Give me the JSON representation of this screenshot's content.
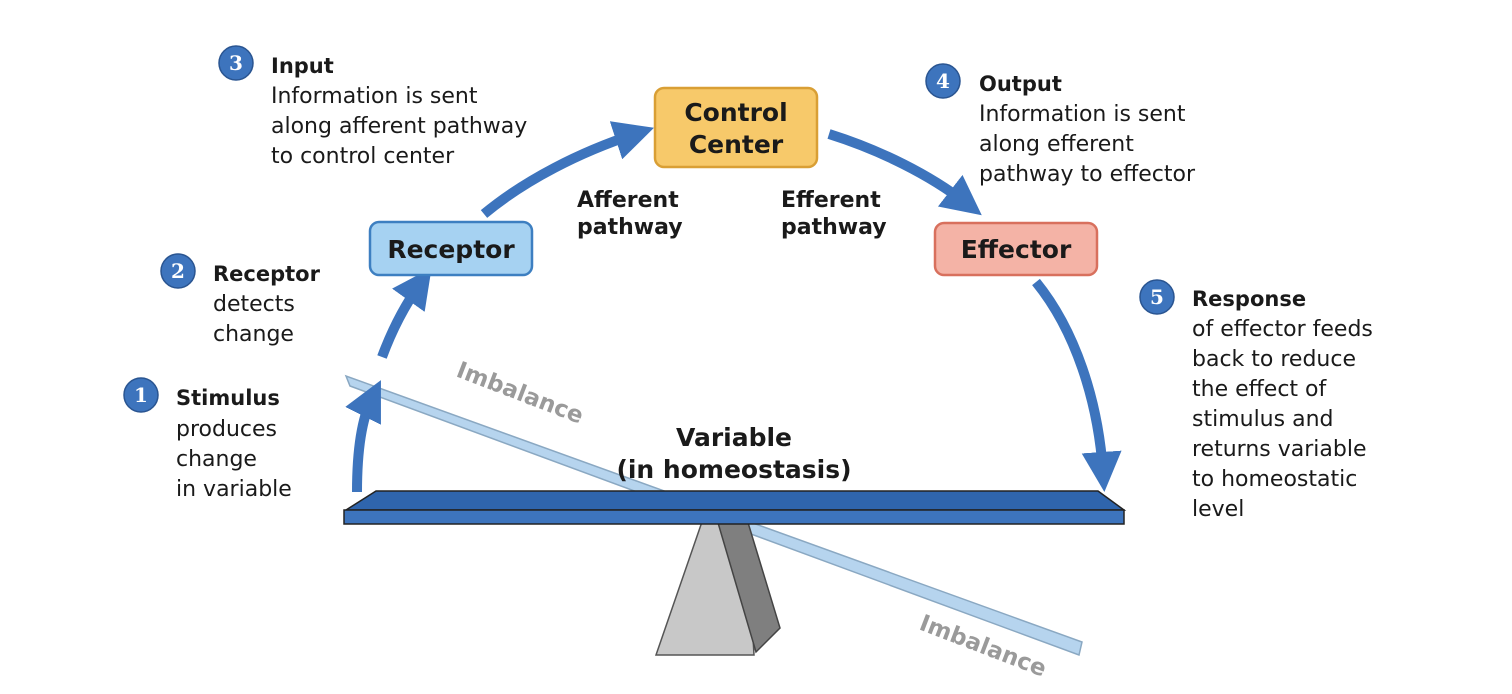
{
  "steps": [
    {
      "num": "1",
      "title": "Stimulus",
      "lines": [
        "produces",
        "change",
        "in variable"
      ]
    },
    {
      "num": "2",
      "title": "Receptor",
      "lines": [
        "detects",
        "change"
      ]
    },
    {
      "num": "3",
      "title": "Input",
      "lines": [
        "Information is sent",
        "along afferent pathway",
        "to control center"
      ]
    },
    {
      "num": "4",
      "title": "Output",
      "lines": [
        "Information is sent",
        "along efferent",
        "pathway to effector"
      ]
    },
    {
      "num": "5",
      "title": "Response",
      "lines": [
        "of effector feeds",
        "back to reduce",
        "the effect of",
        "stimulus and",
        "returns variable",
        "to homeostatic",
        "level"
      ]
    }
  ],
  "boxes": {
    "receptor": "Receptor",
    "control_center": [
      "Control",
      "Center"
    ],
    "effector": "Effector"
  },
  "pathways": {
    "afferent": [
      "Afferent",
      "pathway"
    ],
    "efferent": [
      "Efferent",
      "pathway"
    ]
  },
  "variable": [
    "Variable",
    "(in homeostasis)"
  ],
  "imbalance_labels": [
    "Imbalance",
    "Imbalance"
  ],
  "colors": {
    "arrow": "#3d74bd",
    "badge": "#3d74bd",
    "receptor_fill": "#a6d2f2",
    "receptor_stroke": "#3d7fc1",
    "control_fill": "#f7c96a",
    "control_stroke": "#d99f35",
    "effector_fill": "#f4b3a6",
    "effector_stroke": "#d8705d",
    "beam": "#3d74bd",
    "tilted_beam": "#b6d4ee",
    "fulcrum_light": "#c8c8c8",
    "fulcrum_dark": "#7f7f7f"
  }
}
